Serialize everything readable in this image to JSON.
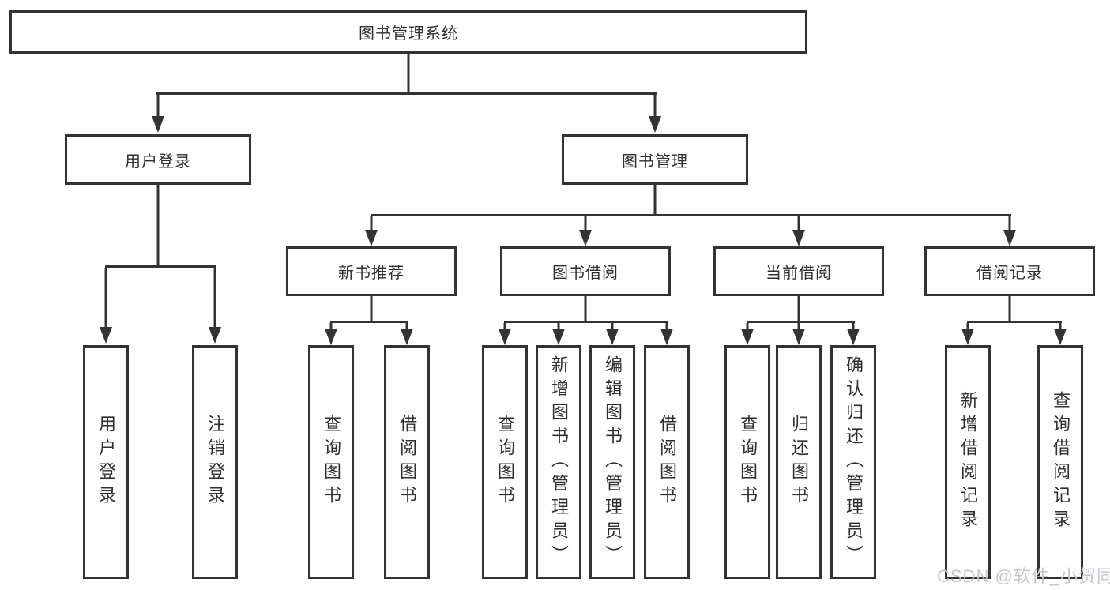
{
  "diagram": {
    "root": "图书管理系统",
    "level2": [
      "用户登录",
      "图书管理"
    ],
    "level3": [
      "新书推荐",
      "图书借阅",
      "当前借阅",
      "借阅记录"
    ],
    "leaves_user": [
      "用户登录",
      "注销登录"
    ],
    "leaves_recommend": [
      "查询图书",
      "借阅图书"
    ],
    "leaves_borrow": [
      "查询图书",
      "新增图书（管理员）",
      "编辑图书（管理员）",
      "借阅图书"
    ],
    "leaves_current": [
      "查询图书",
      "归还图书",
      "确认归还（管理员）"
    ],
    "leaves_records": [
      "新增借阅记录",
      "查询借阅记录"
    ]
  },
  "watermark": "CSDN @软件_小贺同学",
  "colors": {
    "line": "#333333",
    "text": "#2f2f2f",
    "watermark": "#c3c6cb",
    "background": "#ffffff"
  }
}
